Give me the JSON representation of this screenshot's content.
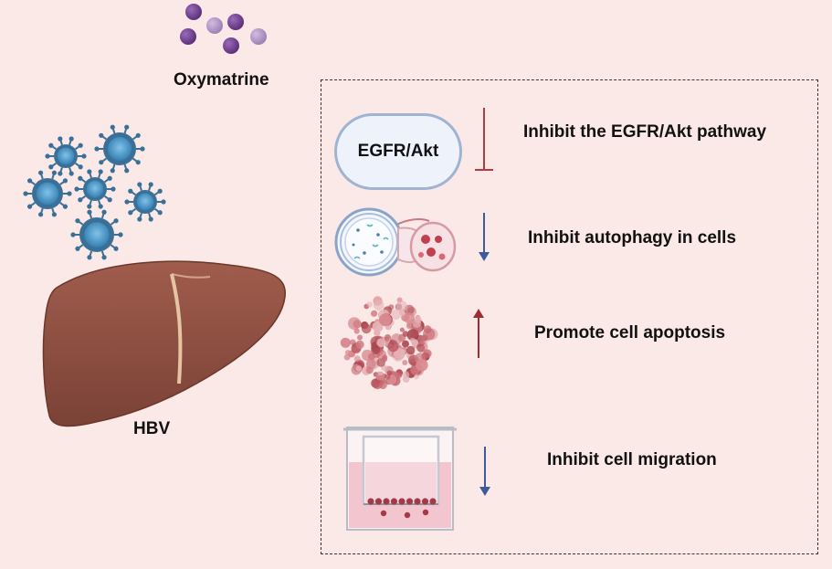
{
  "drug": {
    "name": "Oxymatrine"
  },
  "virus": {
    "name": "HBV"
  },
  "target": {
    "label": "EGFR/Akt"
  },
  "effects": [
    {
      "text": "Inhibit the EGFR/Akt pathway",
      "arrow": "inhibit",
      "color": "#b5393f"
    },
    {
      "text": "Inhibit autophagy in cells",
      "arrow": "down",
      "color": "#3f5a9a"
    },
    {
      "text": "Promote cell apoptosis",
      "arrow": "up",
      "color": "#9b2d33"
    },
    {
      "text": "Inhibit cell migration",
      "arrow": "down",
      "color": "#3f5a9a"
    }
  ],
  "colors": {
    "background": "#fbe9e7",
    "liver": "#8c4e42",
    "virus": "#3a83b5",
    "drug_dark": "#6a3b86",
    "drug_light": "#a98ac0",
    "apoptosis": "#c8737a",
    "medium": "#f3c5cf"
  }
}
